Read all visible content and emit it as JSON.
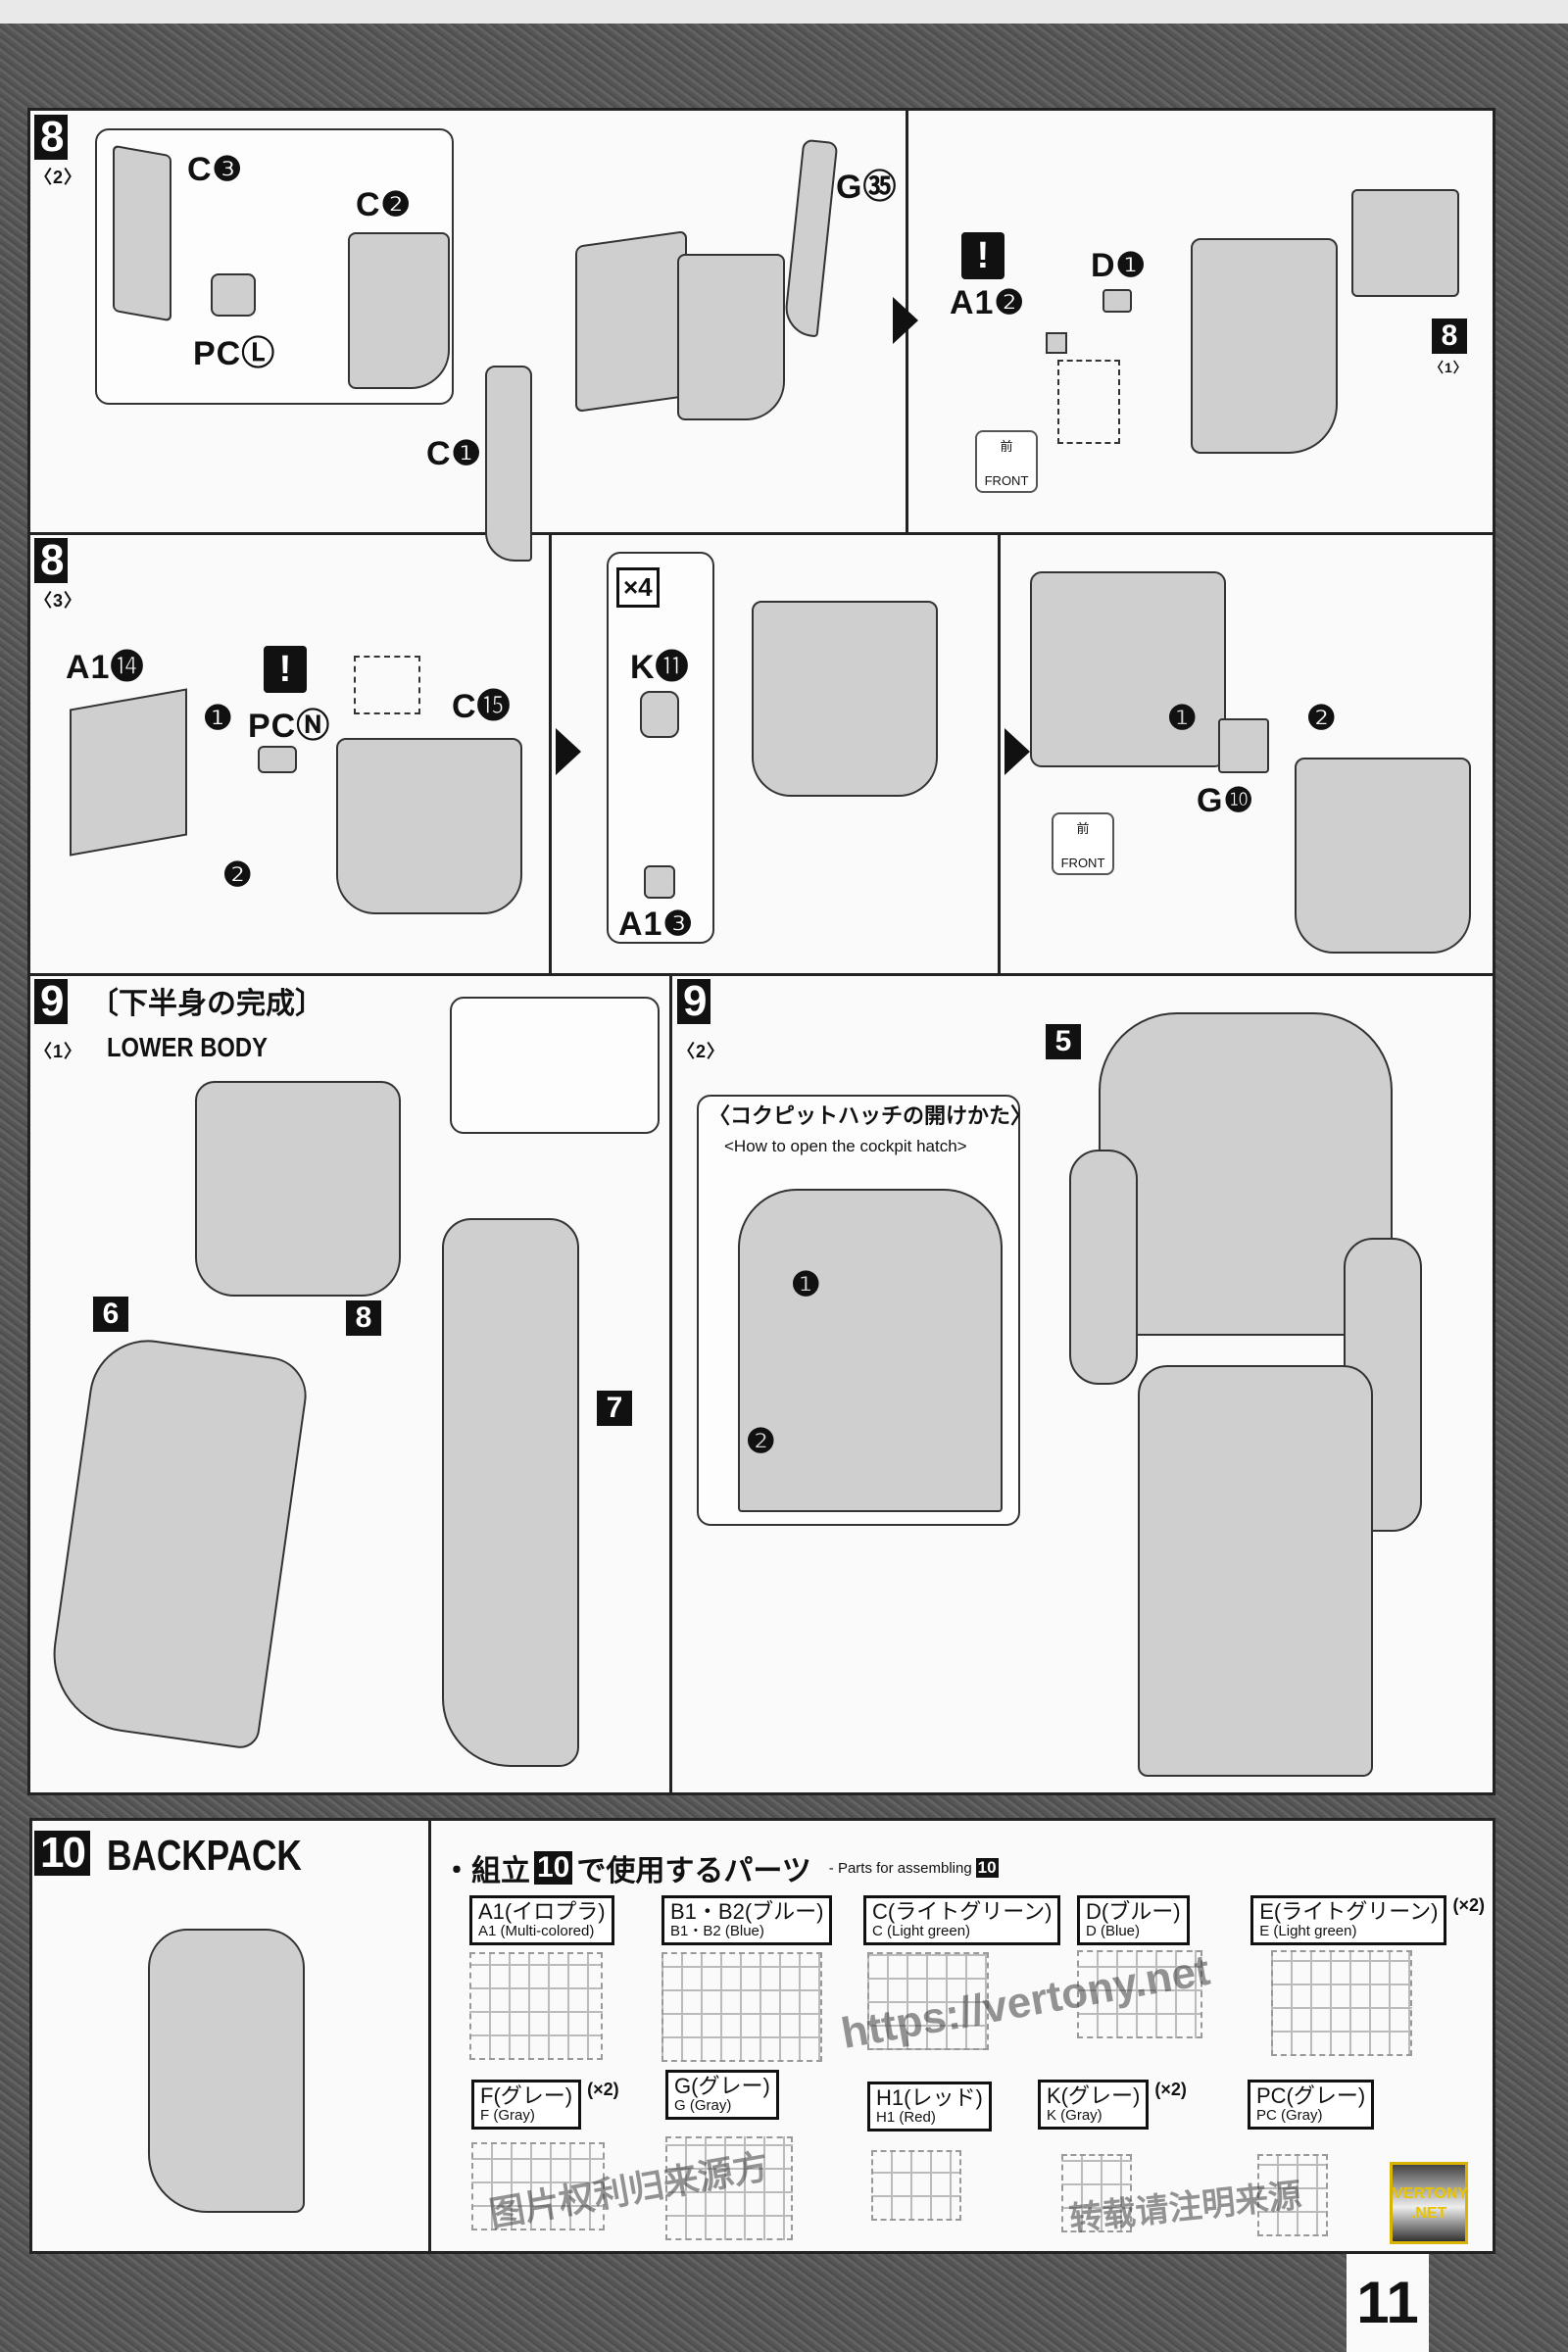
{
  "page_number": "11",
  "watermark": {
    "url": "https://vertony.net",
    "cn_line1": "图片权利归来源方",
    "cn_line2": "转载请注明来源",
    "logo_line1": "VERTONY",
    "logo_line2": ".NET"
  },
  "step8_2": {
    "step": "8",
    "sub": "〈2〉",
    "labels": {
      "c3": "C❸",
      "c2": "C❷",
      "pcl": "PCⓁ",
      "g35": "G㉟",
      "c1": "C❶",
      "a12": "A1❷",
      "d1": "D❶"
    },
    "ref_step": "8",
    "ref_sub": "〈1〉",
    "front_jp": "前",
    "front_en": "FRONT",
    "warn": "!"
  },
  "step8_3": {
    "step": "8",
    "sub": "〈3〉",
    "labels": {
      "a114": "A1⓮",
      "pcn": "PCⓃ",
      "c15": "C⓯",
      "k11": "K⓫",
      "a13": "A1❸",
      "g10": "G❿",
      "x4": "×4",
      "n1": "❶",
      "n2": "❷",
      "n1b": "❶",
      "n2b": "❷"
    },
    "front_jp": "前",
    "front_en": "FRONT",
    "warn": "!"
  },
  "step9_1": {
    "step": "9",
    "sub": "〈1〉",
    "title_jp": "〔下半身の完成〕",
    "title_en": "LOWER BODY",
    "parts": {
      "p6": "6",
      "p7": "7",
      "p8": "8"
    }
  },
  "step9_2": {
    "step": "9",
    "sub": "〈2〉",
    "callout_jp": "〈コクピットハッチの開けかた〉",
    "callout_en": "<How to open the cockpit hatch>",
    "parts": {
      "p5": "5"
    },
    "n1": "❶",
    "n2": "❷"
  },
  "step10": {
    "step": "10",
    "title": "BACKPACK"
  },
  "parts_list": {
    "title_pre": "・組立",
    "title_num": "10",
    "title_post": "で使用するパーツ",
    "subtitle": "- Parts for assembling",
    "subtitle_num": "10",
    "items": [
      {
        "jp": "A1(イロプラ)",
        "en": "A1 (Multi-colored)",
        "mult": ""
      },
      {
        "jp": "B1・B2(ブルー)",
        "en": "B1・B2 (Blue)",
        "mult": ""
      },
      {
        "jp": "C(ライトグリーン)",
        "en": "C (Light green)",
        "mult": ""
      },
      {
        "jp": "D(ブルー)",
        "en": "D (Blue)",
        "mult": ""
      },
      {
        "jp": "E(ライトグリーン)",
        "en": "E (Light green)",
        "mult": "(×2)"
      },
      {
        "jp": "F(グレー)",
        "en": "F (Gray)",
        "mult": "(×2)"
      },
      {
        "jp": "G(グレー)",
        "en": "G (Gray)",
        "mult": ""
      },
      {
        "jp": "H1(レッド)",
        "en": "H1 (Red)",
        "mult": ""
      },
      {
        "jp": "K(グレー)",
        "en": "K (Gray)",
        "mult": "(×2)"
      },
      {
        "jp": "PC(グレー)",
        "en": "PC (Gray)",
        "mult": ""
      }
    ]
  }
}
